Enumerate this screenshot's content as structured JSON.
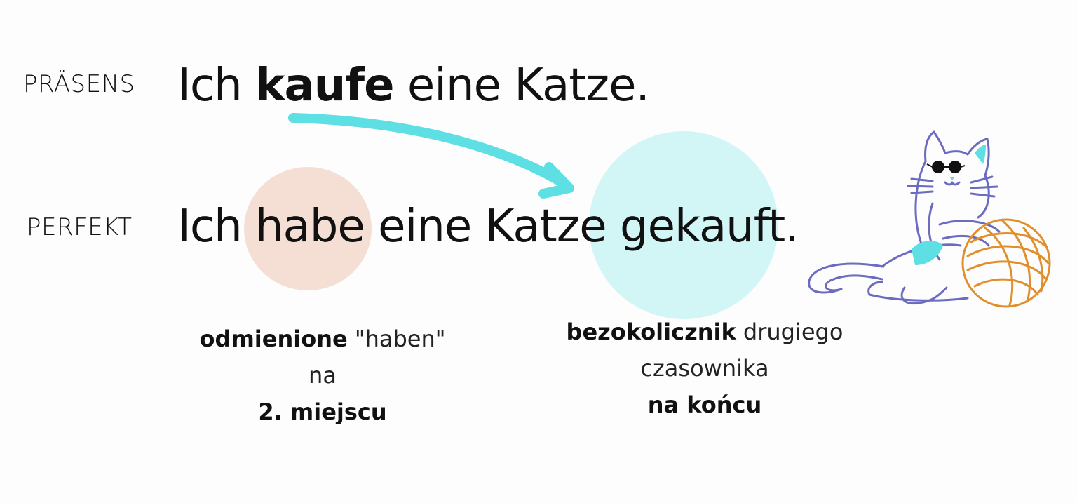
{
  "labels": {
    "praesens": "PRÄSENS",
    "perfekt": "PERFEKT"
  },
  "sentence_praesens": {
    "pre": "Ich ",
    "verb": "kaufe",
    "post": " eine Katze."
  },
  "sentence_perfekt": {
    "pre": "Ich ",
    "aux": "habe",
    "mid": " eine Katze ",
    "participle": "gekauft."
  },
  "caption_left": {
    "bold1": "odmienione",
    "text1": " \"haben\"",
    "line2": "na",
    "bold3": "2. miejscu"
  },
  "caption_right": {
    "bold1": "bezokolicznik",
    "text1": " drugiego",
    "line2": "czasownika",
    "bold3": "na końcu"
  },
  "colors": {
    "arrow": "#5ddfe3",
    "peach_circle": "#f5dfd4",
    "blue_circle": "#d2f5f6",
    "cat_outline": "#6b6bc0",
    "yarn": "#e08f2c"
  },
  "illustration": "cat-with-yarn-icon"
}
